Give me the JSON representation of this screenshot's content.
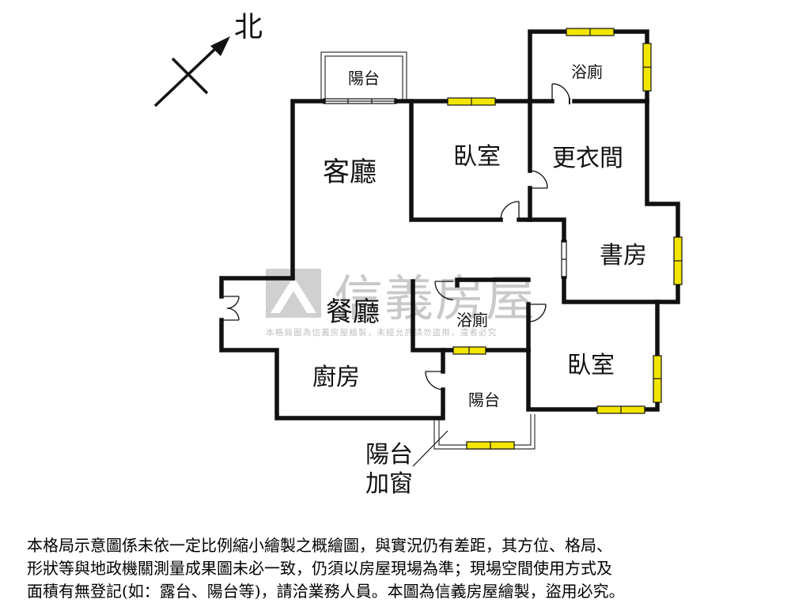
{
  "compass": {
    "label": "北"
  },
  "rooms": {
    "balcony_top": "陽台",
    "bath_top": "浴廁",
    "living_room": "客廳",
    "bedroom_1": "臥室",
    "walk_in_closet": "更衣間",
    "study": "書房",
    "dining_room": "餐廳",
    "bath_mid": "浴廁",
    "bedroom_2": "臥室",
    "kitchen": "廚房",
    "balcony_bottom": "陽台"
  },
  "annotation": {
    "line1": "陽台",
    "line2": "加窗"
  },
  "watermark": {
    "brand": "信義房屋",
    "notice": "本格局圖為信義房屋繪製，未經允許請勿盜用，違者必究"
  },
  "disclaimer": {
    "line1": "本格局示意圖係未依一定比例縮小繪製之概繪圖，與實況仍有差距，其方位、格局、",
    "line2": "形狀等與地政機關測量成果圖未必一致，仍須以房屋現場為準；現場空間使用方式及",
    "line3": "面積有無登記(如：露台、陽台等)，請洽業務人員。本圖為信義房屋繪製，盜用必究。"
  },
  "colors": {
    "wall": "#111111",
    "window": "#f2e600",
    "watermark": "#c9c9c9"
  }
}
